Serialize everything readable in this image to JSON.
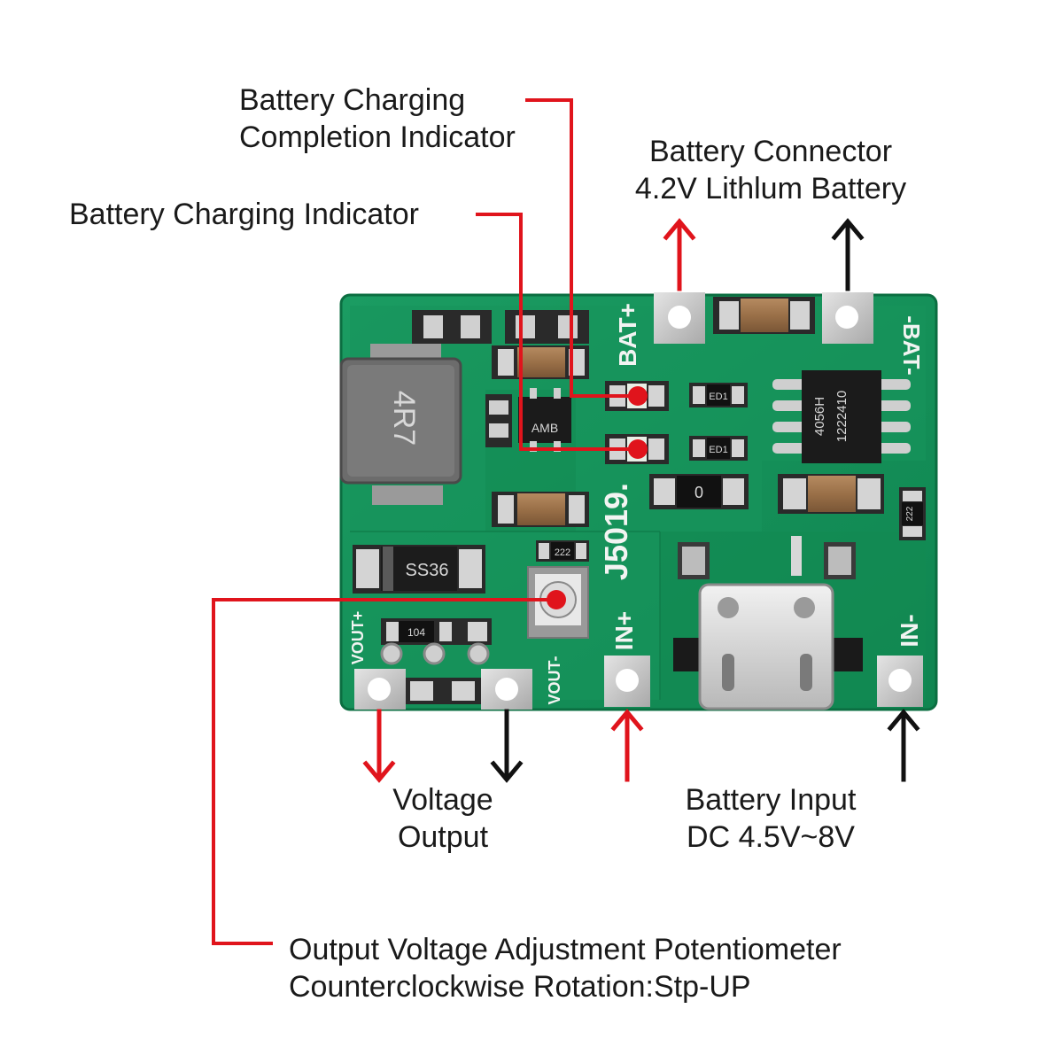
{
  "labels": {
    "charging_completion": [
      "Battery Charging",
      "Completion Indicator"
    ],
    "charging_indicator": "Battery Charging Indicator",
    "battery_connector": [
      "Battery Connector",
      "4.2V Lithlum Battery"
    ],
    "voltage_output": [
      "Voltage",
      "Output"
    ],
    "battery_input": [
      "Battery Input",
      "DC 4.5V~8V"
    ],
    "potentiometer": [
      "Output Voltage Adjustment Potentiometer",
      "Counterclockwise Rotation:Stp-UP"
    ]
  },
  "board": {
    "silkscreen": {
      "bat_plus": "BAT+",
      "bat_minus": "-BAT-",
      "model": "J5019.",
      "in_plus": "IN+",
      "in_minus": "IN-",
      "vout_plus": "VOUT+",
      "vout_minus": "VOUT-"
    },
    "chips": {
      "inductor": "4R7",
      "sot": "AMB",
      "ic": [
        "4056H",
        "1222410"
      ],
      "diode": "SS36",
      "res_222_a": "222",
      "res_222_b": "222",
      "res_104": "104",
      "res_ed1_a": "ED1",
      "res_ed1_b": "ED1",
      "res_0": "0"
    }
  },
  "colors": {
    "pcb": "#15915a",
    "callout_red": "#e0141c",
    "callout_black": "#111111"
  },
  "icons": [
    "arrow-up-icon",
    "arrow-down-icon",
    "indicator-dot-icon"
  ]
}
